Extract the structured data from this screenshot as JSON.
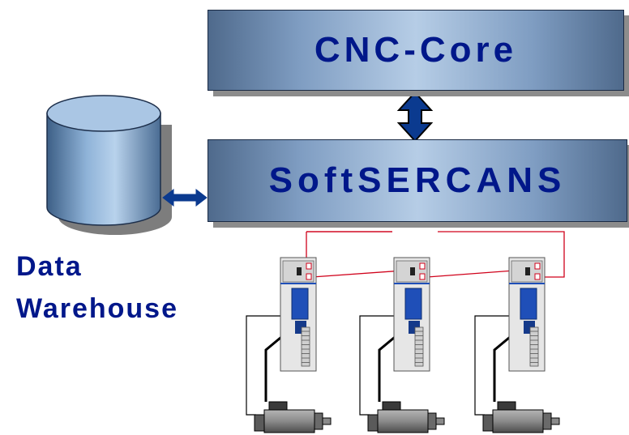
{
  "blocks": {
    "cnc_core": "CNC-Core",
    "softsercans": "SoftSERCANS"
  },
  "data_warehouse": {
    "line1": "Data",
    "line2": "Warehouse"
  },
  "colors": {
    "label_text": "#00178a",
    "arrow_fill": "#0b3a8f",
    "box_mid": "#b6cde6",
    "box_edge": "#4f6a8c",
    "shadow": "#8c8c8c",
    "wire": "#d0021b",
    "drive_body": "#e6e6e6",
    "drive_accent": "#1f4fb8",
    "motor": "#7a7a7a"
  },
  "icons": {
    "database": "database-cylinder-icon",
    "drive": "servo-drive-icon",
    "motor": "servo-motor-icon"
  },
  "drives": [
    {
      "id": "drive-1"
    },
    {
      "id": "drive-2"
    },
    {
      "id": "drive-3"
    }
  ]
}
